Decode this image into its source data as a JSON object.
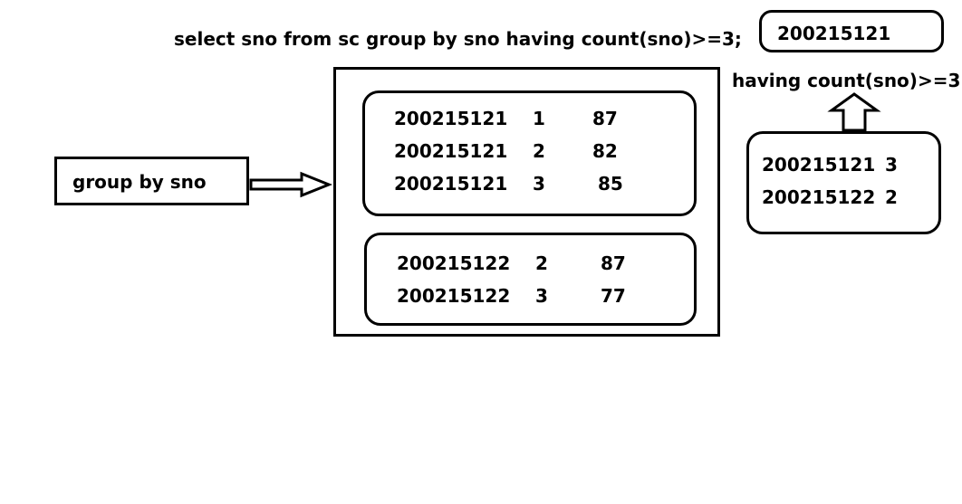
{
  "query": "select sno from sc group by sno having count(sno)>=3;",
  "group_label": "group by sno",
  "having_label": "having count(sno)>=3",
  "result_value": "200215121",
  "groups": [
    {
      "rows": [
        [
          "200215121",
          "1",
          "87"
        ],
        [
          "200215121",
          "2",
          "82"
        ],
        [
          "200215121",
          "3",
          "85"
        ]
      ]
    },
    {
      "rows": [
        [
          "200215122",
          "2",
          "87"
        ],
        [
          "200215122",
          "3",
          "77"
        ]
      ]
    }
  ],
  "counts": [
    [
      "200215121",
      "3"
    ],
    [
      "200215122",
      "2"
    ]
  ]
}
